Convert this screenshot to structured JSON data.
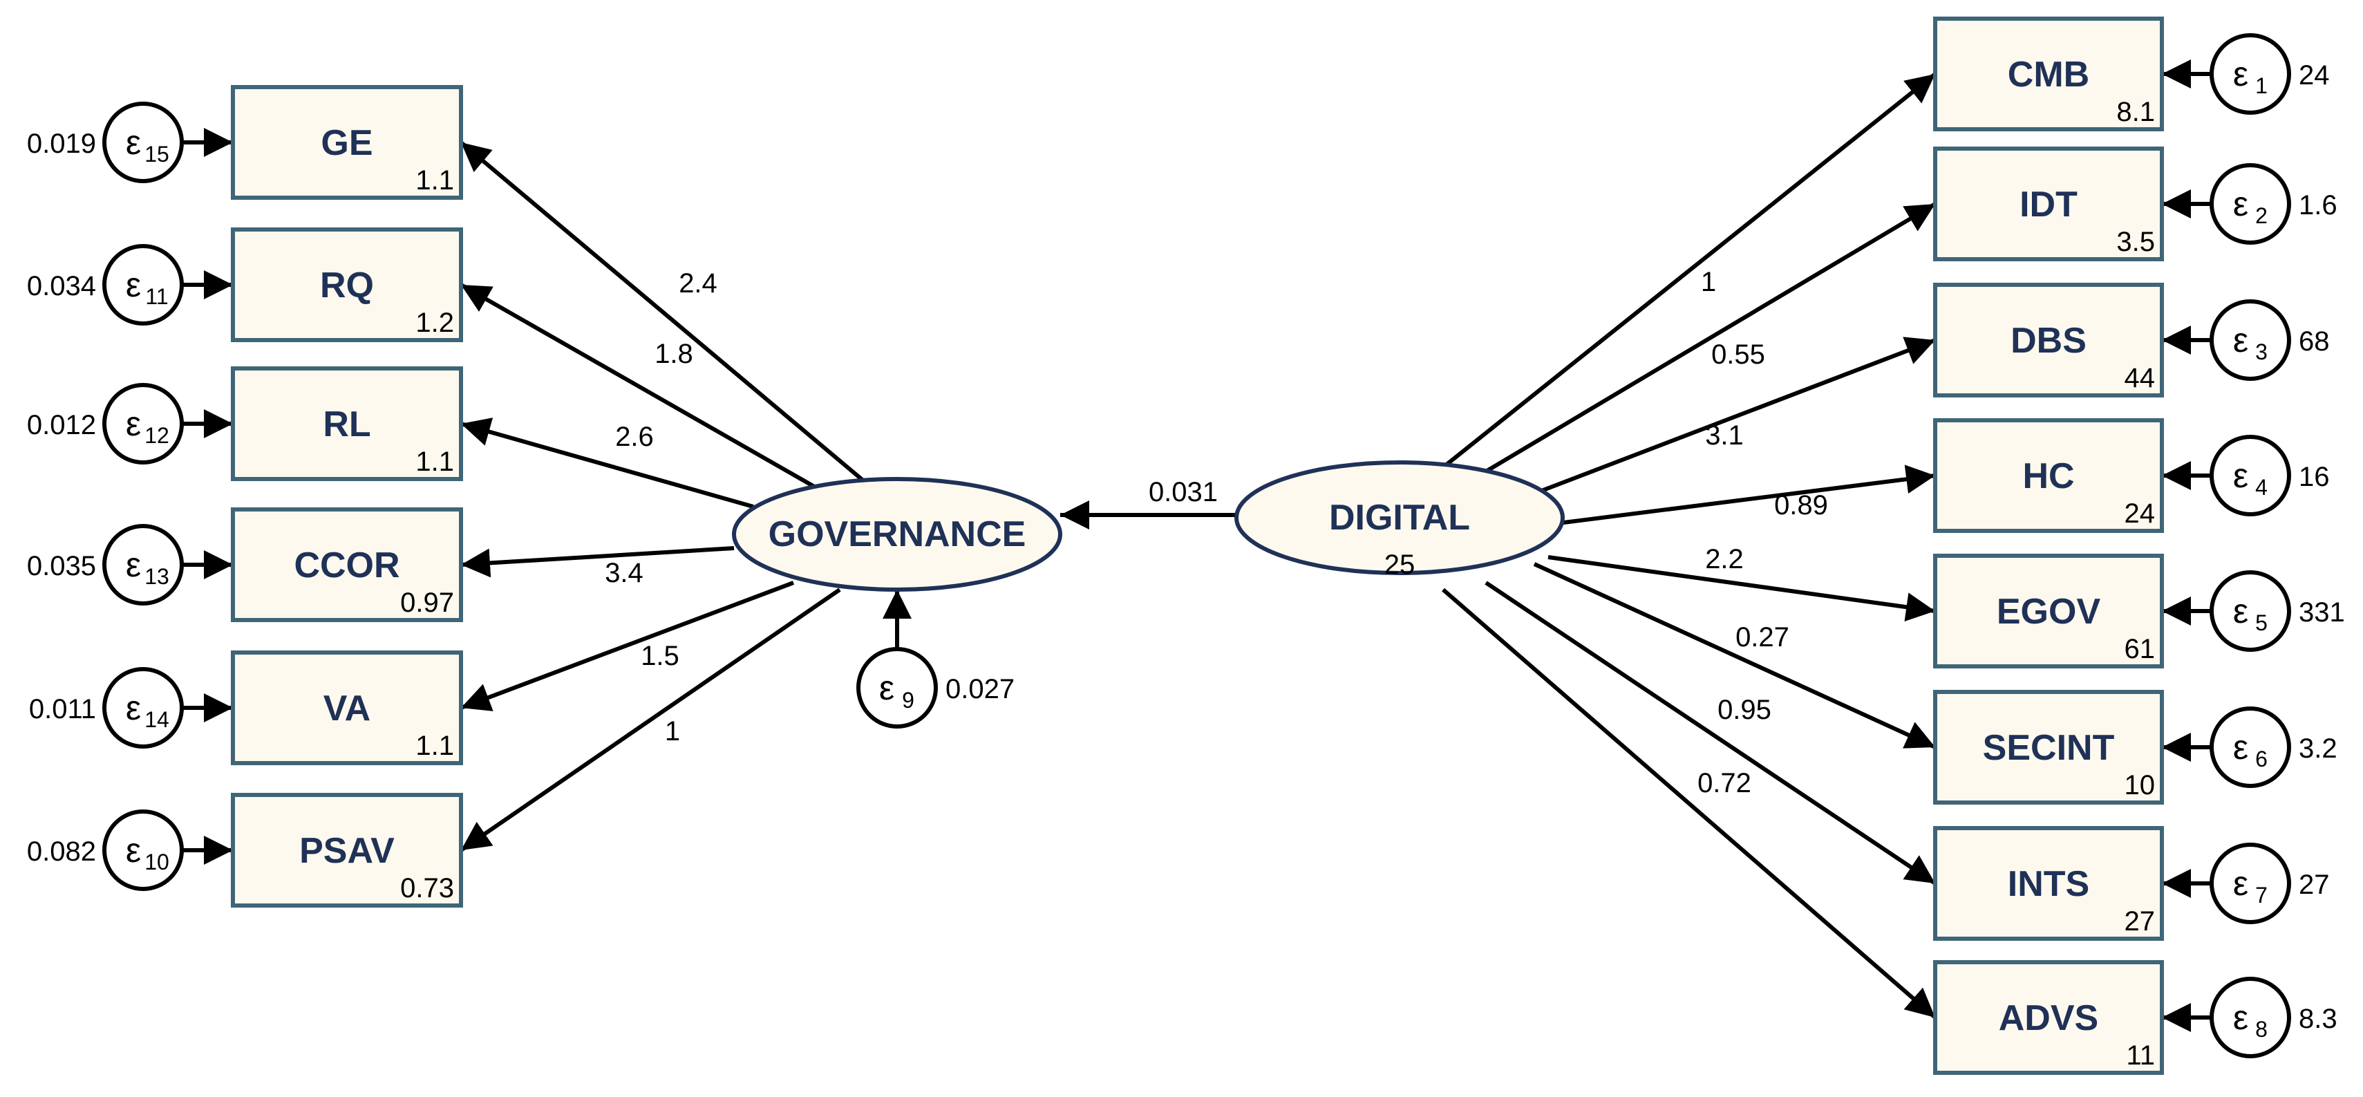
{
  "latents": {
    "digital": {
      "label": "DIGITAL",
      "value": "25"
    },
    "governance": {
      "label": "GOVERNANCE"
    }
  },
  "structural_path": {
    "coef": "0.031"
  },
  "governance_error": {
    "label": "ε",
    "sub": "9",
    "variance": "0.027"
  },
  "right_indicators": [
    {
      "label": "CMB",
      "intercept": "8.1",
      "loading": "1",
      "err_sub": "1",
      "err_var": "24"
    },
    {
      "label": "IDT",
      "intercept": "3.5",
      "loading": "0.55",
      "err_sub": "2",
      "err_var": "1.6"
    },
    {
      "label": "DBS",
      "intercept": "44",
      "loading": "3.1",
      "err_sub": "3",
      "err_var": "68"
    },
    {
      "label": "HC",
      "intercept": "24",
      "loading": "0.89",
      "err_sub": "4",
      "err_var": "16"
    },
    {
      "label": "EGOV",
      "intercept": "61",
      "loading": "2.2",
      "err_sub": "5",
      "err_var": "331"
    },
    {
      "label": "SECINT",
      "intercept": "10",
      "loading": "0.27",
      "err_sub": "6",
      "err_var": "3.2"
    },
    {
      "label": "INTS",
      "intercept": "27",
      "loading": "0.95",
      "err_sub": "7",
      "err_var": "27"
    },
    {
      "label": "ADVS",
      "intercept": "11",
      "loading": "0.72",
      "err_sub": "8",
      "err_var": "8.3"
    }
  ],
  "left_indicators": [
    {
      "label": "GE",
      "intercept": "1.1",
      "loading": "2.4",
      "err_sub": "15",
      "err_var": "0.019"
    },
    {
      "label": "RQ",
      "intercept": "1.2",
      "loading": "1.8",
      "err_sub": "11",
      "err_var": "0.034"
    },
    {
      "label": "RL",
      "intercept": "1.1",
      "loading": "2.6",
      "err_sub": "12",
      "err_var": "0.012"
    },
    {
      "label": "CCOR",
      "intercept": "0.97",
      "loading": "3.4",
      "err_sub": "13",
      "err_var": "0.035"
    },
    {
      "label": "VA",
      "intercept": "1.1",
      "loading": "1.5",
      "err_sub": "14",
      "err_var": "0.011"
    },
    {
      "label": "PSAV",
      "intercept": "0.73",
      "loading": "1",
      "err_sub": "10",
      "err_var": "0.082"
    }
  ],
  "error_symbol": "ε",
  "colors": {
    "box_fill": "#fdf9ee",
    "box_stroke": "#3f6578",
    "latent_stroke": "#1f3157",
    "text_main": "#1f3157"
  }
}
